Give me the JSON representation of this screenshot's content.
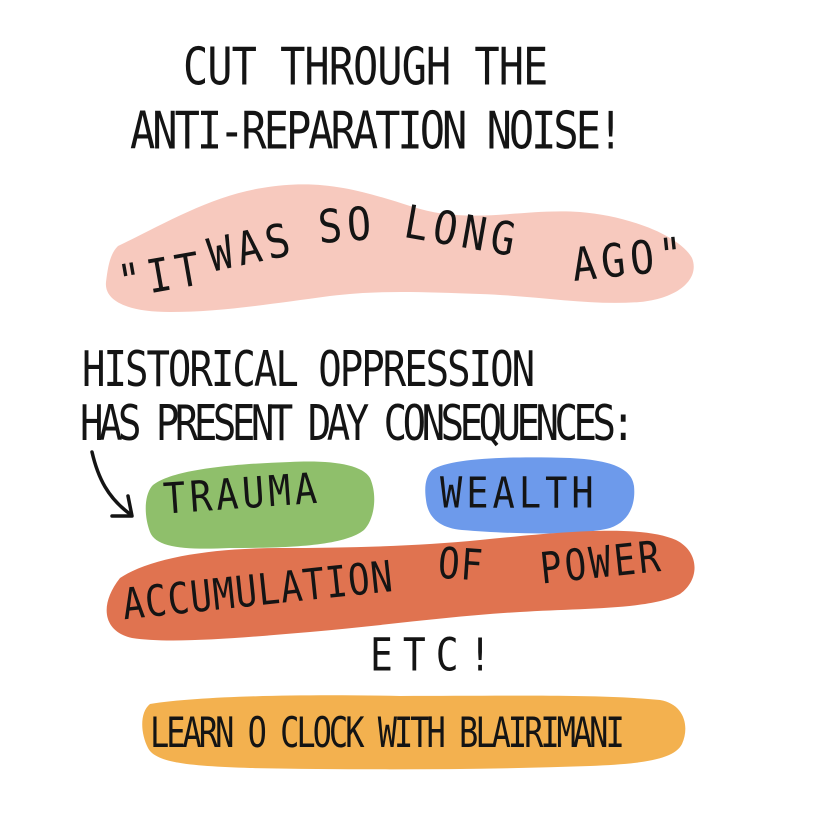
{
  "headline": {
    "line1": "CUT THROUGH THE",
    "line2": "ANTI-REPARATION NOISE!"
  },
  "quote": {
    "text": "\"IT WAS SO LONG AGO\"",
    "words": [
      "\"IT",
      "WAS",
      "SO",
      "LONG",
      "AGO\""
    ],
    "color": "#f7c9be"
  },
  "statement": {
    "line1": "HISTORICAL OPPRESSION",
    "line2": "HAS PRESENT DAY CONSEQUENCES:"
  },
  "arrow_icon": "curved-arrow-down-right-icon",
  "consequences": {
    "trauma": {
      "label": "TRAUMA",
      "color": "#8fbf6b"
    },
    "wealth": {
      "label": "WEALTH",
      "color": "#6d9aeb"
    },
    "power": {
      "label": "ACCUMULATION OF POWER",
      "words": [
        "ACCUMULATION",
        "OF",
        "POWER"
      ],
      "color": "#e07350"
    },
    "etc": "ETC!"
  },
  "footer": {
    "label": "LEARN O CLOCK WITH BLAIRIMANI",
    "color": "#f3b14f"
  }
}
